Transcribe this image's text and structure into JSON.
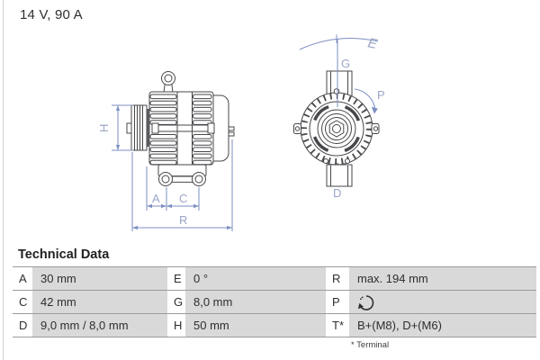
{
  "header": {
    "title": "14 V, 90 A"
  },
  "diagrams": {
    "side_view": {
      "labels": {
        "h": "H",
        "a": "A",
        "c": "C",
        "r": "R"
      }
    },
    "front_view": {
      "labels": {
        "e": "E",
        "g": "G",
        "p": "P",
        "d": "D"
      }
    }
  },
  "technical_data": {
    "heading": "Technical Data",
    "rows": [
      {
        "cells": [
          {
            "label": "A",
            "value": "30 mm"
          },
          {
            "label": "E",
            "value": "0 °"
          },
          {
            "label": "R",
            "value": "max. 194 mm"
          }
        ]
      },
      {
        "cells": [
          {
            "label": "C",
            "value": "42 mm"
          },
          {
            "label": "G",
            "value": "8,0 mm"
          },
          {
            "label": "P",
            "value": "",
            "icon": "rotation-direction-clockwise"
          }
        ]
      },
      {
        "cells": [
          {
            "label": "D",
            "value": "9,0 mm / 8,0 mm"
          },
          {
            "label": "H",
            "value": "50 mm"
          },
          {
            "label": "T*",
            "value": "B+(M8), D+(M6)"
          }
        ]
      }
    ],
    "footnote": "* Terminal"
  },
  "colors": {
    "dimension_line": "#7c8fc2",
    "dimension_label": "#9aa5c8",
    "drawing_line": "#47474b",
    "table_cell_bg": "#d9d9d9",
    "table_border": "#9b9b9b"
  }
}
